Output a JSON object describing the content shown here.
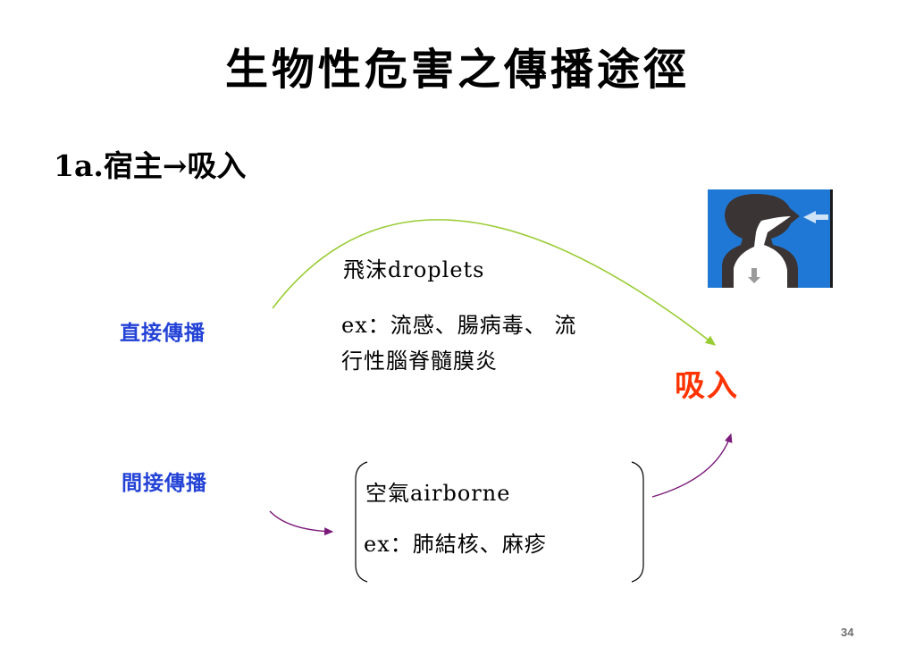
{
  "slide": {
    "title": "生物性危害之傳播途徑",
    "subtitle": "1a.宿主→吸入",
    "page_number": "34"
  },
  "direct": {
    "label": "直接傳播",
    "route": "飛沫droplets",
    "examples_line1": "ex：流感、腸病毒、 流",
    "examples_line2": "行性腦脊髓膜炎"
  },
  "indirect": {
    "label": "間接傳播",
    "route": "空氣airborne",
    "examples": "ex：肺結核、麻疹"
  },
  "target": {
    "label": "吸入"
  },
  "illustration": {
    "icon": "inhalation-head-icon"
  },
  "colors": {
    "route_label": "#2342d6",
    "target": "#ff3300",
    "direct_arrow": "#99cc33",
    "indirect_arrow": "#7a1a7a",
    "illustration_bg": "#1f78d6",
    "silhouette": "#3a3434",
    "page_number": "#6f6f6f"
  }
}
